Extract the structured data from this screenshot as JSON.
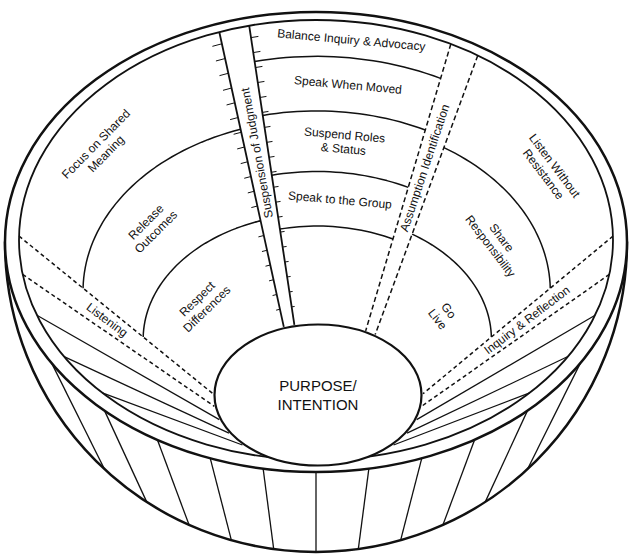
{
  "diagram": {
    "nodes": [
      {
        "text": [
          "Focus on Shared Meaning"
        ]
      },
      {
        "text": [
          "Release Outcomes"
        ]
      },
      {
        "text": [
          "Respect Differences"
        ]
      },
      {
        "text": [
          "Listening"
        ]
      },
      {
        "text": [
          "Suspension of Judgment"
        ]
      },
      {
        "text": [
          "Balance Inquiry & Advocacy"
        ]
      },
      {
        "text": [
          "Speak When Moved"
        ]
      },
      {
        "text": [
          "Suspend Roles & Status"
        ]
      },
      {
        "text": [
          "Speak to the Group"
        ]
      },
      {
        "text": [
          "Assumption Identification"
        ]
      },
      {
        "text": [
          "Listen Without Resistance"
        ]
      },
      {
        "text": [
          "Share Responsibility"
        ]
      },
      {
        "text": [
          "Go Live"
        ]
      },
      {
        "text": [
          "Inquiry & Reflection"
        ]
      },
      {
        "text": [
          "PURPOSE/ INTENTION"
        ]
      }
    ]
  }
}
